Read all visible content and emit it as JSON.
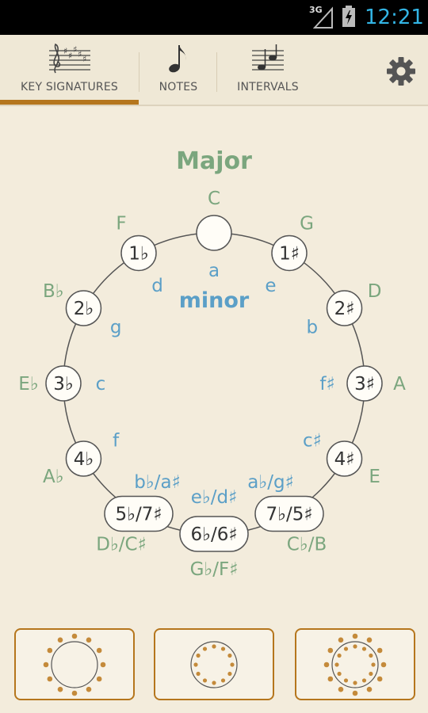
{
  "status_bar": {
    "network": "3G",
    "time": "12:21"
  },
  "tabs": [
    {
      "label": "KEY SIGNATURES",
      "selected": true,
      "icon": "staff-key-signature-icon"
    },
    {
      "label": "NOTES",
      "selected": false,
      "icon": "eighth-note-icon"
    },
    {
      "label": "INTERVALS",
      "selected": false,
      "icon": "staff-interval-icon"
    }
  ],
  "settings": {
    "icon": "gear-icon"
  },
  "circle": {
    "major_title": "Major",
    "minor_title": "minor",
    "major_keys": [
      "C",
      "G",
      "D",
      "A",
      "E",
      "C♭/B",
      "G♭/F♯",
      "D♭/C♯",
      "A♭",
      "E♭",
      "B♭",
      "F"
    ],
    "minor_keys": [
      "a",
      "e",
      "b",
      "f♯",
      "c♯",
      "a♭/g♯",
      "e♭/d♯",
      "b♭/a♯",
      "f",
      "c",
      "g",
      "d"
    ],
    "signatures": [
      "",
      "1♯",
      "2♯",
      "3♯",
      "4♯",
      "7♭/5♯",
      "6♭/6♯",
      "5♭/7♯",
      "4♭",
      "3♭",
      "2♭",
      "1♭"
    ]
  },
  "bottom_buttons": [
    {
      "icon": "circle-outer-dots-icon"
    },
    {
      "icon": "circle-inner-dots-icon"
    },
    {
      "icon": "circle-both-dots-icon"
    }
  ],
  "colors": {
    "accent": "#b5761d",
    "major": "#7ba67e",
    "minor": "#5b9fc7",
    "background": "#f3ecdc",
    "clock": "#33b5e5"
  }
}
